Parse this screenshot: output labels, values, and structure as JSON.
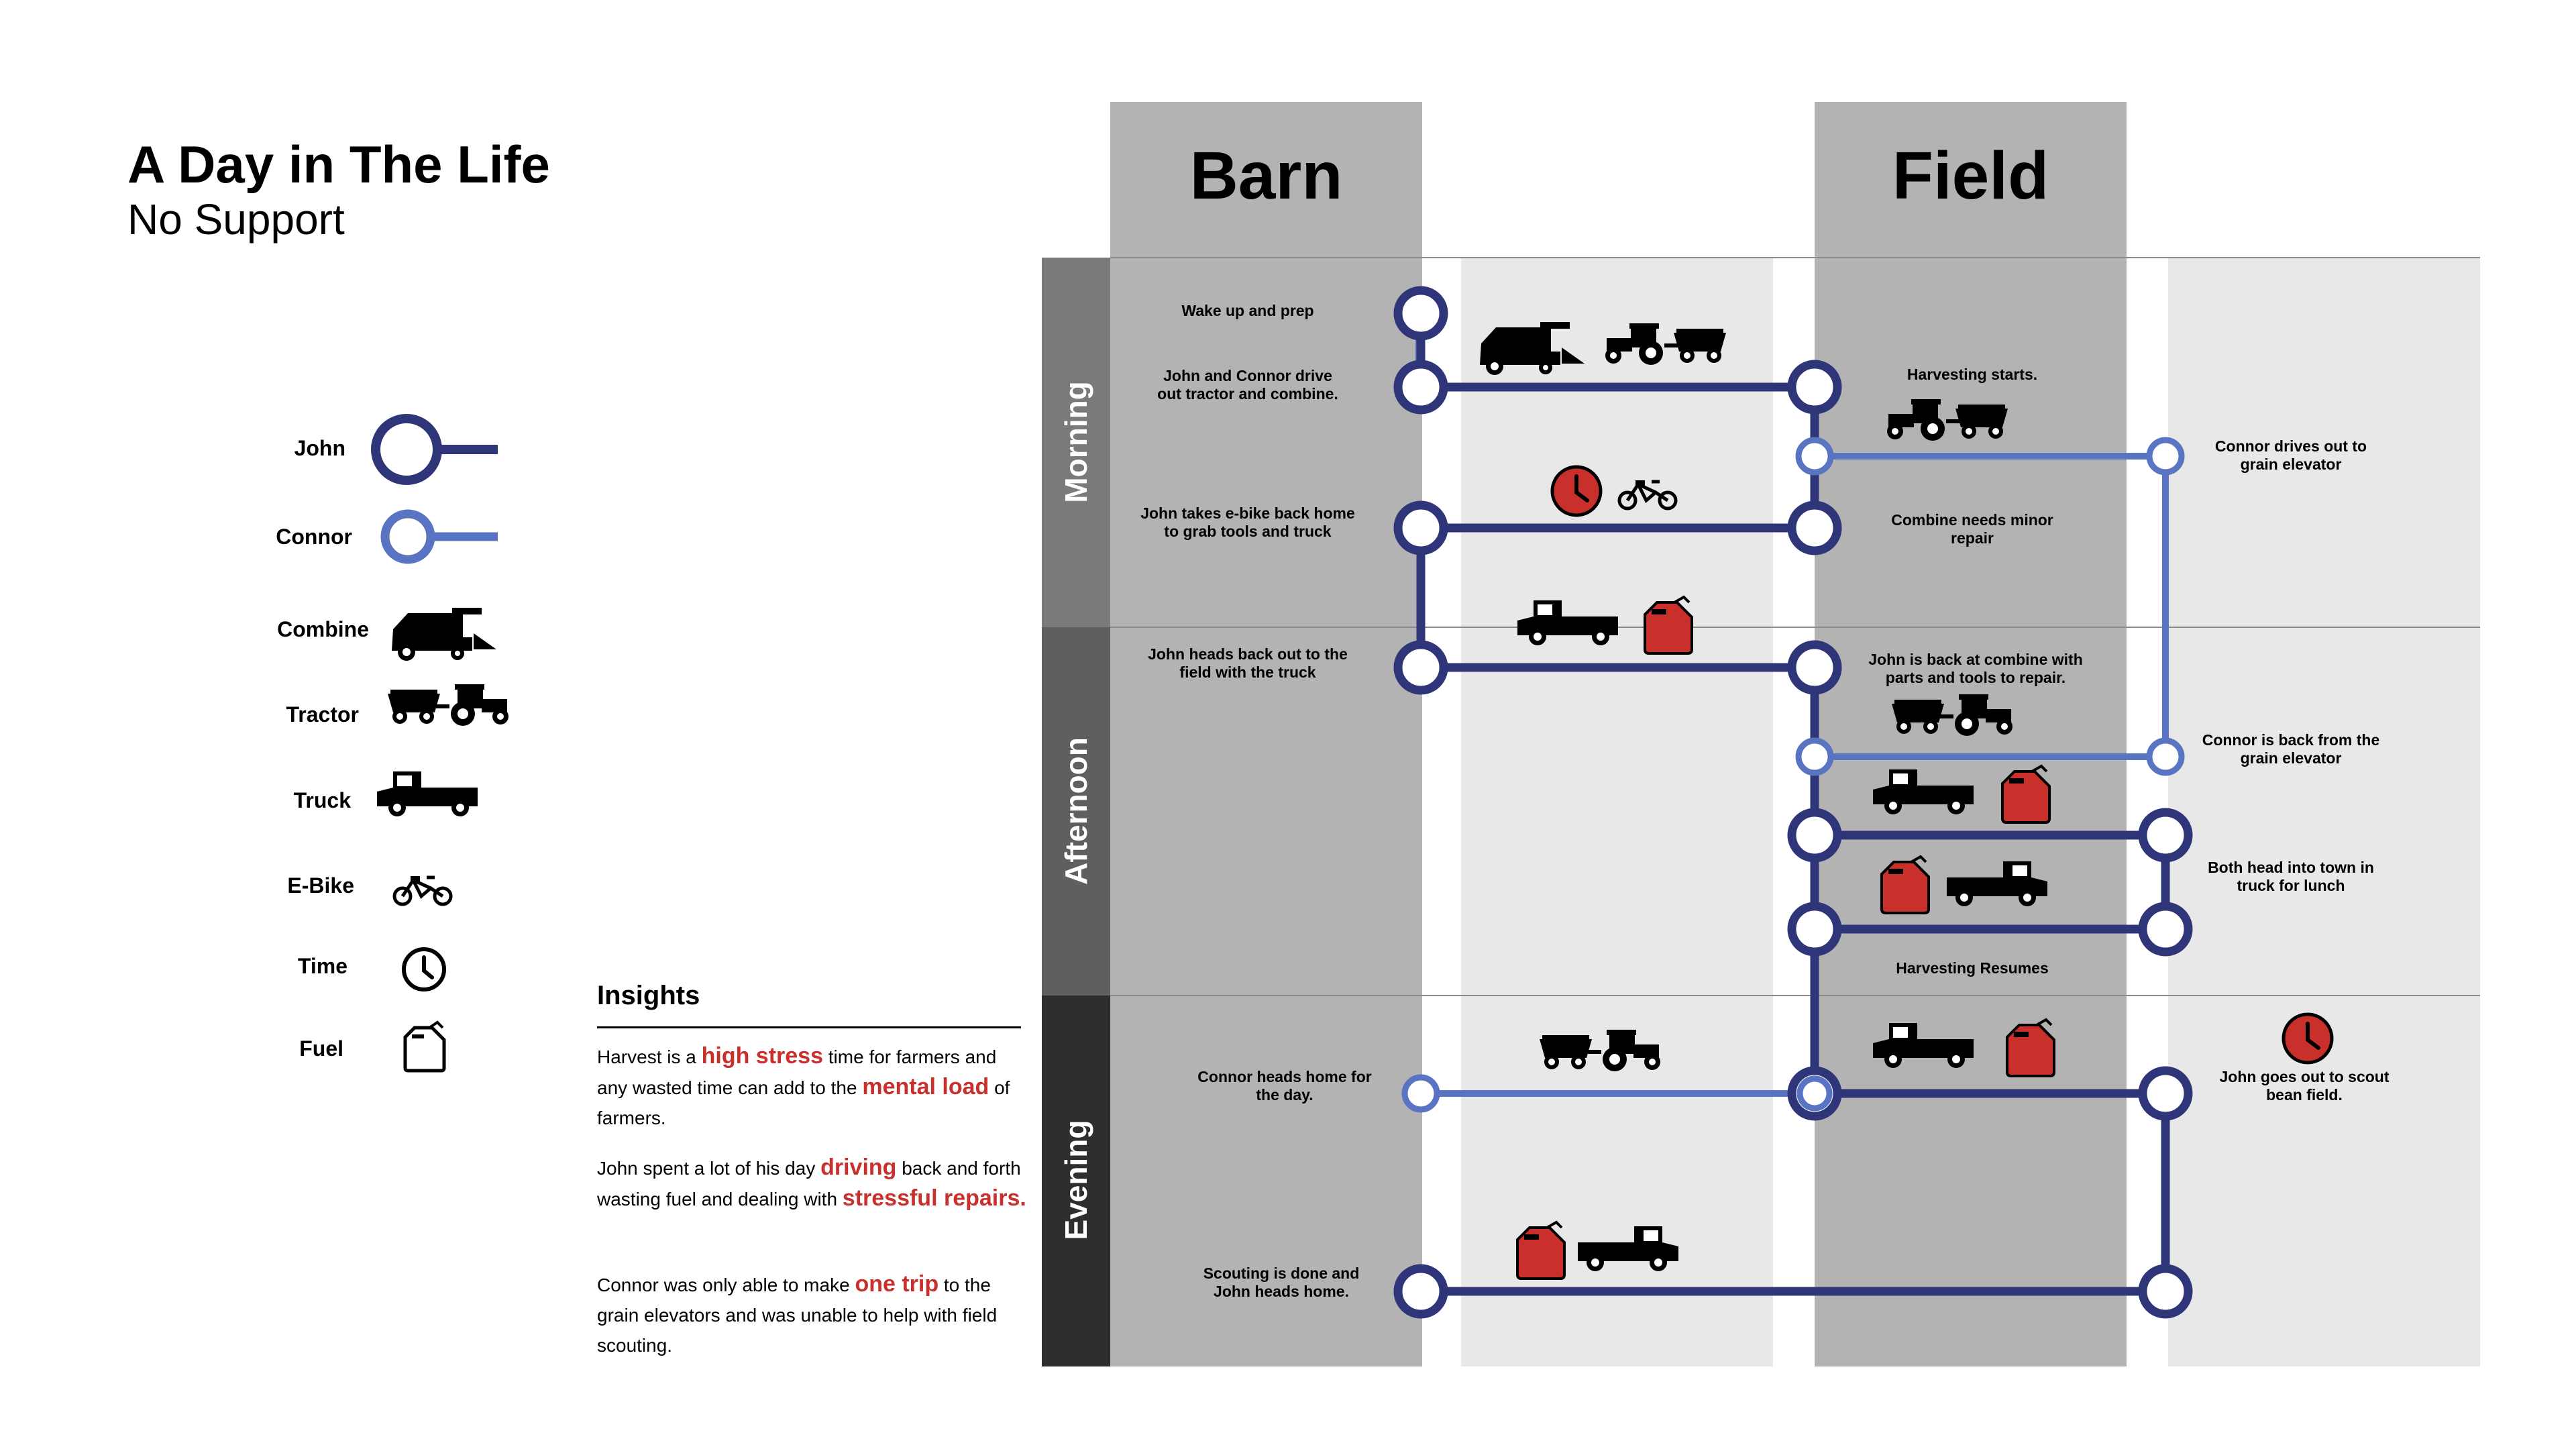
{
  "header": {
    "title": "A Day in The Life",
    "subtitle": "No Support"
  },
  "columns": {
    "barn": "Barn",
    "field": "Field"
  },
  "bands": [
    "Morning",
    "Afternoon",
    "Evening"
  ],
  "legend": {
    "john": "John",
    "connor": "Connor",
    "combine": "Combine",
    "tractor": "Tractor",
    "truck": "Truck",
    "ebike": "E-Bike",
    "time": "Time",
    "fuel": "Fuel"
  },
  "colors": {
    "john": "#2e3578",
    "connor": "#5a74c4",
    "accent": "#c9302c",
    "barn_col": "#b3b3b3",
    "light_col": "#e8e8e8"
  },
  "insights": {
    "title": "Insights",
    "p1": {
      "a": "Harvest is a ",
      "b": "high stress",
      "c": " time for farmers and any wasted time can add to the ",
      "d": "mental load",
      "e": " of farmers."
    },
    "p2": {
      "a": "John spent a lot of his day ",
      "b": "driving",
      "c": " back and forth wasting fuel and dealing with ",
      "d": "stressful repairs.",
      "e": ""
    },
    "p3": {
      "a": "Connor was only able to make ",
      "b": "one trip",
      "c": " to the grain elevators and was unable to help with field scouting.",
      "d": "",
      "e": ""
    }
  },
  "notes": {
    "wake": "Wake up and prep",
    "drive_out": "John and Connor drive\nout tractor and combine.",
    "ebike_home": "John takes e-bike back home\nto grab tools and truck",
    "back_out": "John heads back out to the\nfield with the truck",
    "connor_home": "Connor heads home for\nthe day.",
    "scouting_done": "Scouting is done and\nJohn heads home.",
    "harvest_starts": "Harvesting starts.",
    "minor_repair": "Combine needs minor\nrepair",
    "back_at_combine": "John is back at combine with\nparts and tools to repair.",
    "harvest_resumes": "Harvesting Resumes",
    "connor_elevator": "Connor drives out to\ngrain elevator",
    "connor_back": "Connor is back from the\ngrain elevator",
    "lunch": "Both head into town in\ntruck for lunch",
    "scout": "John goes out to scout\nbean field."
  },
  "icons": [
    "combine-icon",
    "tractor-icon",
    "truck-icon",
    "ebike-icon",
    "clock-icon",
    "fuel-can-icon"
  ]
}
